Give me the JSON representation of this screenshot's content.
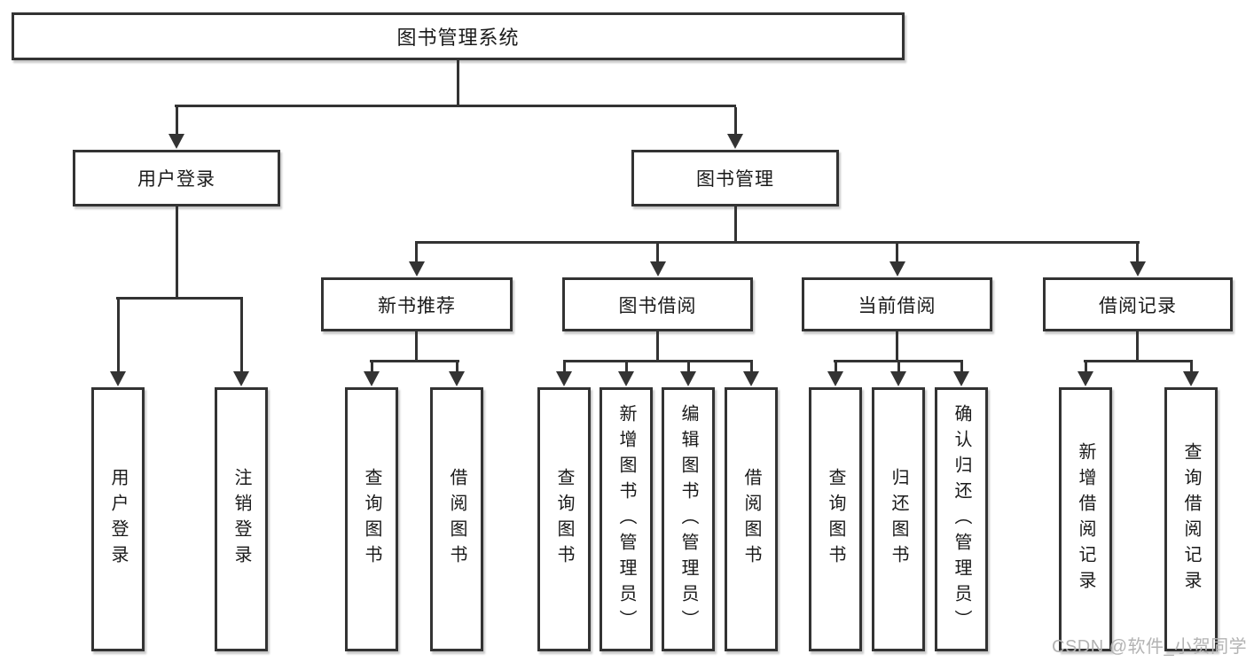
{
  "nodes": {
    "root": "图书管理系统",
    "level2": [
      "用户登录",
      "图书管理"
    ],
    "level3": [
      "新书推荐",
      "图书借阅",
      "当前借阅",
      "借阅记录"
    ]
  },
  "leaves": {
    "user_login": [
      "用户登录",
      "注销登录"
    ],
    "new_book_recommend": [
      "查询图书",
      "借阅图书"
    ],
    "book_borrow": [
      "查询图书",
      "新增图书（管理员）",
      "编辑图书（管理员）",
      "借阅图书"
    ],
    "current_borrow": [
      "查询图书",
      "归还图书",
      "确认归还（管理员）"
    ],
    "borrow_records": [
      "新增借阅记录",
      "查询借阅记录"
    ]
  },
  "watermark": "CSDN @软件_小贺同学",
  "colors": {
    "line": "#333333",
    "text": "#1a1a1a",
    "watermark": "#b3b3b3",
    "background": "#ffffff"
  }
}
